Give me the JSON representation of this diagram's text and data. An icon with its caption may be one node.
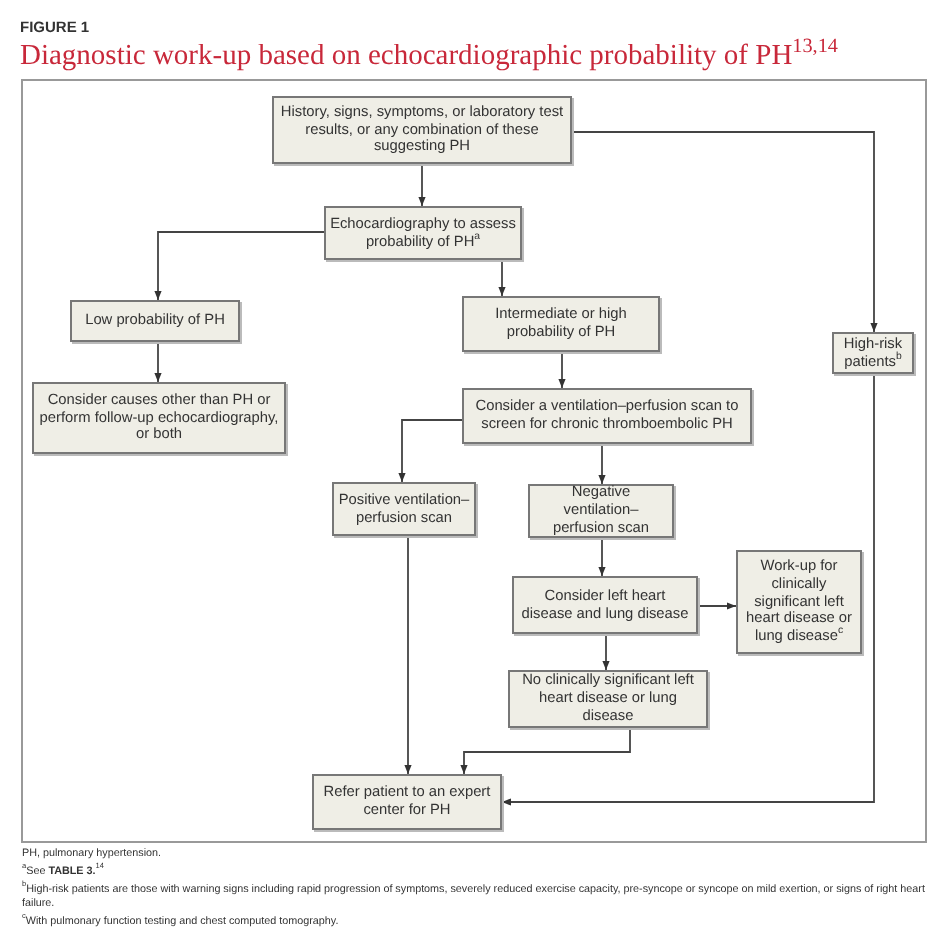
{
  "diagram": {
    "title": "Diagnostic work-up based on echocardiographic probability of PH$^{13,14}$",
    "nodes": [
      {
        "text": [
          "History, signs, symptoms, or laboratory test results, or any combination of these suggesting PH"
        ]
      },
      {
        "text": [
          "Echocardiography to assess probability of PH$^{a}$"
        ]
      },
      {
        "text": [
          "Low probability of PH"
        ]
      },
      {
        "text": [
          "Consider causes other than PH or perform follow-up echocardiography, or both"
        ]
      },
      {
        "text": [
          "Intermediate or high probability of PH"
        ]
      },
      {
        "text": [
          "Consider a ventilation–perfusion scan to screen for chronic thromboembolic PH"
        ]
      },
      {
        "text": [
          "Positive ventilation–perfusion scan"
        ]
      },
      {
        "text": [
          "Negative ventilation–perfusion scan"
        ]
      },
      {
        "text": [
          "Consider left heart disease and lung disease"
        ]
      },
      {
        "text": [
          "Work-up for clinically significant left heart disease or lung disease$^{c}$"
        ]
      },
      {
        "text": [
          "No clinically significant left heart disease or lung disease"
        ]
      },
      {
        "text": [
          "High-risk patients$^{b}$"
        ]
      },
      {
        "text": [
          "Refer patient to an expert center for PH"
        ]
      }
    ],
    "edges": [
      {
        "from": 0,
        "to": 1,
        "arrow": "to"
      },
      {
        "from": 1,
        "to": 2,
        "arrow": "to"
      },
      {
        "from": 1,
        "to": 4,
        "arrow": "to"
      },
      {
        "from": 2,
        "to": 3,
        "arrow": "to"
      },
      {
        "from": 4,
        "to": 5,
        "arrow": "to"
      },
      {
        "from": 5,
        "to": 6,
        "arrow": "to"
      },
      {
        "from": 5,
        "to": 7,
        "arrow": "to"
      },
      {
        "from": 7,
        "to": 8,
        "arrow": "to"
      },
      {
        "from": 8,
        "to": 9,
        "arrow": "to"
      },
      {
        "from": 8,
        "to": 10,
        "arrow": "to"
      },
      {
        "from": 6,
        "to": 12,
        "arrow": "to"
      },
      {
        "from": 10,
        "to": 12,
        "arrow": "to"
      },
      {
        "from": 0,
        "to": 11,
        "arrow": "to"
      },
      {
        "from": 11,
        "to": 12,
        "arrow": "to"
      }
    ],
    "labels": [
      "FIGURE 1",
      "PH, pulmonary hypertension.",
      "$^{a}$See **TABLE 3.**$^{14}$",
      "$^{b}$High-risk patients are those with warning signs including rapid progression of symptoms, severely reduced exercise capacity, pre-syncope or syncope on mild exertion, or signs of right heart failure.",
      "$^{c}$With pulmonary function testing and chest computed tomography."
    ]
  }
}
